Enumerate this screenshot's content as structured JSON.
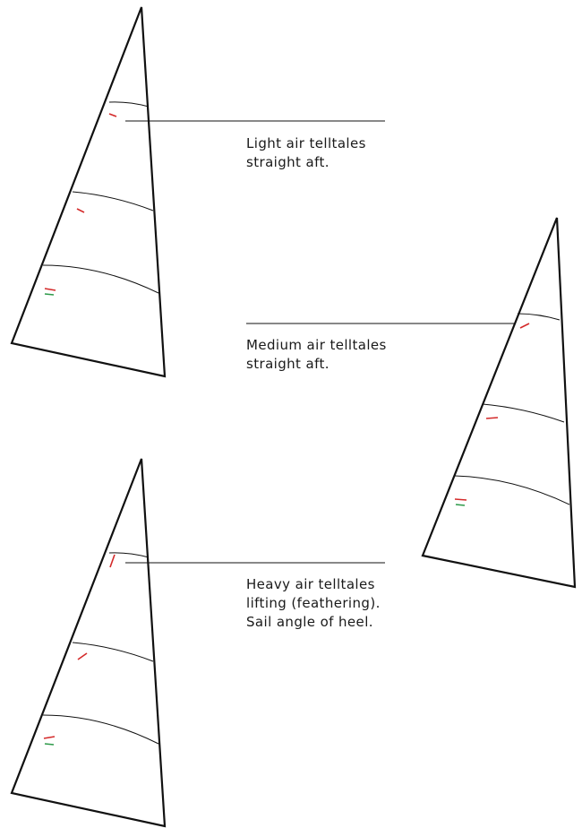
{
  "captions": {
    "light": {
      "line1": "Light air telltales",
      "line2": "straight aft."
    },
    "medium": {
      "line1": "Medium air telltales",
      "line2": "straight aft."
    },
    "heavy": {
      "line1": "Heavy air telltales",
      "line2": "lifting (feathering).",
      "line3": "Sail angle of heel."
    }
  },
  "colors": {
    "outline": "#111111",
    "windward_telltale": "#d42a2a",
    "leeward_telltale": "#2e9a4a"
  }
}
